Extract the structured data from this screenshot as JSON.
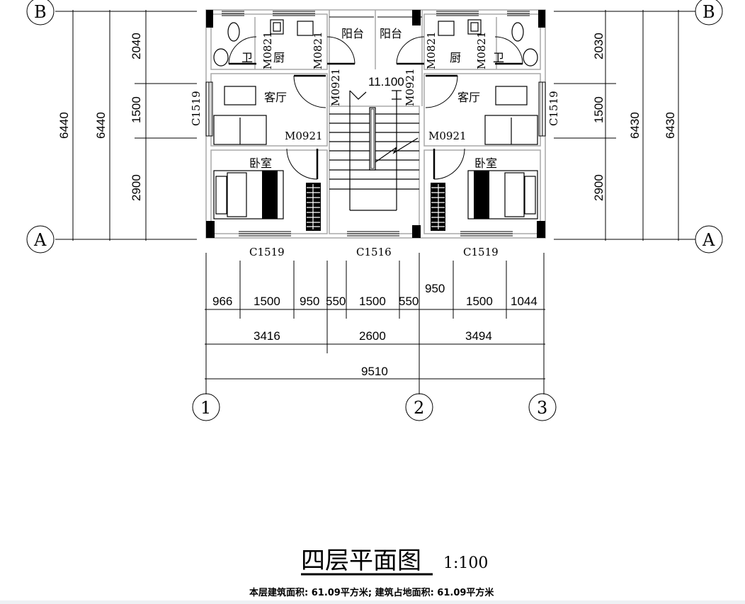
{
  "drawing": {
    "title": "四层平面图",
    "scale": "1:100",
    "area_note": "本层建筑面积: 61.09平方米; 建筑占地面积: 61.09平方米",
    "elevation": "11.100"
  },
  "axes": {
    "row_top": "B",
    "row_bottom": "A",
    "col": [
      "1",
      "2",
      "3"
    ]
  },
  "rooms": {
    "bath": "卫",
    "kitchen": "厨",
    "balcony": "阳台",
    "living": "客厅",
    "bedroom": "卧室"
  },
  "doors": {
    "bath": "M0821",
    "kitchen": "M0821",
    "entry": "M0921",
    "bedroom": "M0921"
  },
  "windows": {
    "side": "C1519",
    "bottom_left": "C1519",
    "bottom_center": "C1516",
    "bottom_right": "C1519"
  },
  "dims_left": {
    "segments": [
      "2040",
      "1500",
      "2900"
    ],
    "totals": [
      "6440",
      "6440"
    ]
  },
  "dims_right": {
    "segments": [
      "2030",
      "1500",
      "2900"
    ],
    "totals": [
      "6430",
      "6430"
    ]
  },
  "dims_bottom": {
    "row1": [
      "966",
      "1500",
      "950",
      "550",
      "1500",
      "550",
      "950",
      "1500",
      "1044"
    ],
    "row2": [
      "3416",
      "2600",
      "3494"
    ],
    "row3": [
      "9510"
    ]
  }
}
